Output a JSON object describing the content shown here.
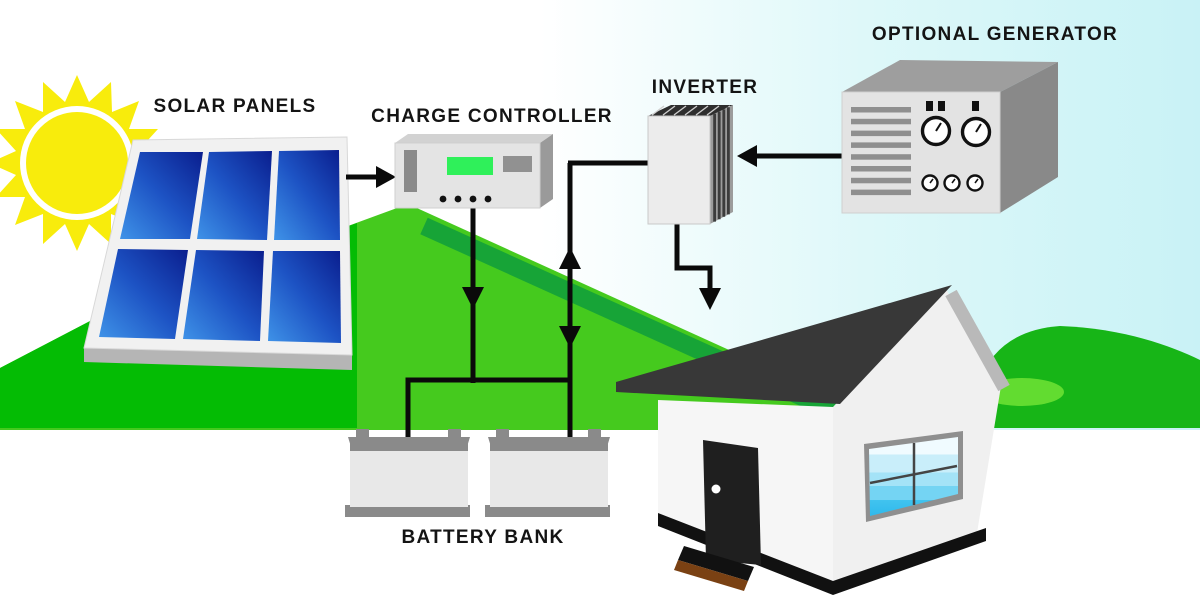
{
  "labels": {
    "solar_panels": "SOLAR PANELS",
    "charge_controller": "CHARGE CONTROLLER",
    "inverter": "INVERTER",
    "optional_generator": "OPTIONAL GENERATOR",
    "battery_bank": "BATTERY BANK"
  },
  "nodes": [
    "Sun",
    "Solar Panels",
    "Charge Controller",
    "Battery Bank",
    "Inverter",
    "Optional Generator",
    "House"
  ],
  "connections": [
    {
      "from": "Solar Panels",
      "to": "Charge Controller",
      "type": "arrow"
    },
    {
      "from": "Charge Controller",
      "to": "Battery Bank",
      "type": "arrow"
    },
    {
      "from": "Battery Bank",
      "to": "Inverter",
      "type": "bidirectional-arrow"
    },
    {
      "from": "Inverter",
      "to": "House",
      "type": "arrow"
    },
    {
      "from": "Optional Generator",
      "to": "Inverter",
      "type": "arrow"
    }
  ],
  "colors": {
    "sky_white": "#ffffff",
    "sky_cyan": "#c9f2f6",
    "grass_left": "#04bc04",
    "hill_main": "#45ca1e",
    "hill_shadow_band": "#17a437",
    "hill_right": "#17b517",
    "bush_light": "#62dc30",
    "sun_yellow": "#f8ec0c",
    "panel_frame": "#f1f1f1",
    "panel_blue_light": "#3f93e8",
    "panel_blue_dark": "#0a1e8e",
    "device_gray": "#e4e4e4",
    "display_green": "#2ff05a",
    "wire_black": "#0a0a0a",
    "roof_dark": "#383838",
    "wall_white": "#f6f6f6",
    "step_brown": "#7a4113",
    "window_blue": "#3ec1ee",
    "battery_gray": "#8a8a8a",
    "label_color": "#141414"
  }
}
